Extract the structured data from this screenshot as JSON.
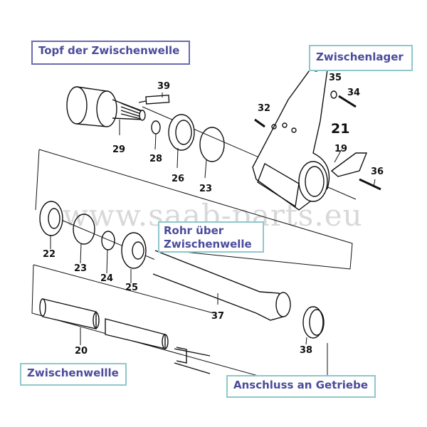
{
  "labels": {
    "topf": "Topf der Zwischenwelle",
    "zwischenlager": "Zwischenlager",
    "rohr_line1": "Rohr über",
    "rohr_line2": "Zwischenwelle",
    "zwischenwelle": "Zwischenwellle",
    "anschluss": "Anschluss an Getriebe"
  },
  "watermark": "www.saab-parts.eu",
  "part_numbers": {
    "p39": "39",
    "p35": "35",
    "p34": "34",
    "p32": "32",
    "p21": "21",
    "p29": "29",
    "p28": "28",
    "p26": "26",
    "p23a": "23",
    "p19": "19",
    "p36": "36",
    "p22": "22",
    "p23b": "23",
    "p24": "24",
    "p25": "25",
    "p37": "37",
    "p20": "20",
    "p38": "38"
  },
  "colors": {
    "label_text": "#4b4b9c",
    "box_border_purple": "#6a6aae",
    "box_border_teal": "#8fc7cc"
  }
}
